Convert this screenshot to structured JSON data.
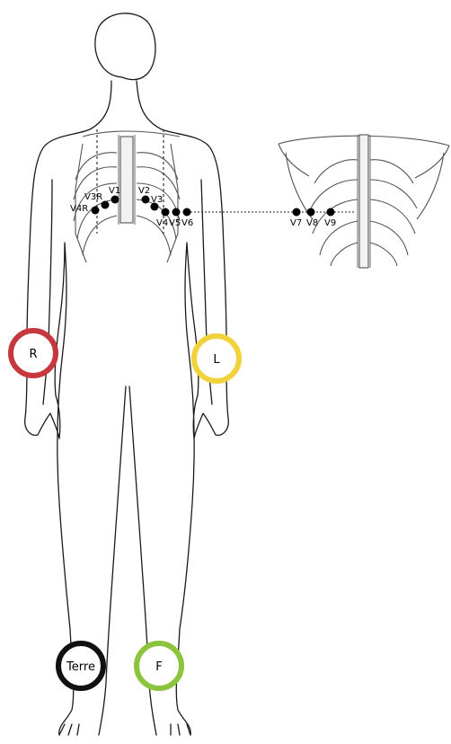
{
  "diagram": {
    "front_leads": [
      {
        "id": "v4r",
        "label": "V4R"
      },
      {
        "id": "v3r",
        "label": "V3R"
      },
      {
        "id": "v1",
        "label": "V1"
      },
      {
        "id": "v2",
        "label": "V2"
      },
      {
        "id": "v3",
        "label": "V3"
      },
      {
        "id": "v4",
        "label": "V4"
      },
      {
        "id": "v5",
        "label": "V5"
      },
      {
        "id": "v6",
        "label": "V6"
      }
    ],
    "back_leads": [
      {
        "id": "v7",
        "label": "V7"
      },
      {
        "id": "v8",
        "label": "V8"
      },
      {
        "id": "v9",
        "label": "V9"
      }
    ],
    "limb_electrodes": [
      {
        "id": "r",
        "label": "R",
        "color": "#c6373e"
      },
      {
        "id": "l",
        "label": "L",
        "color": "#f2d23c"
      },
      {
        "id": "terre",
        "label": "Terre",
        "color": "#111111"
      },
      {
        "id": "f",
        "label": "F",
        "color": "#8cc43e"
      }
    ]
  }
}
